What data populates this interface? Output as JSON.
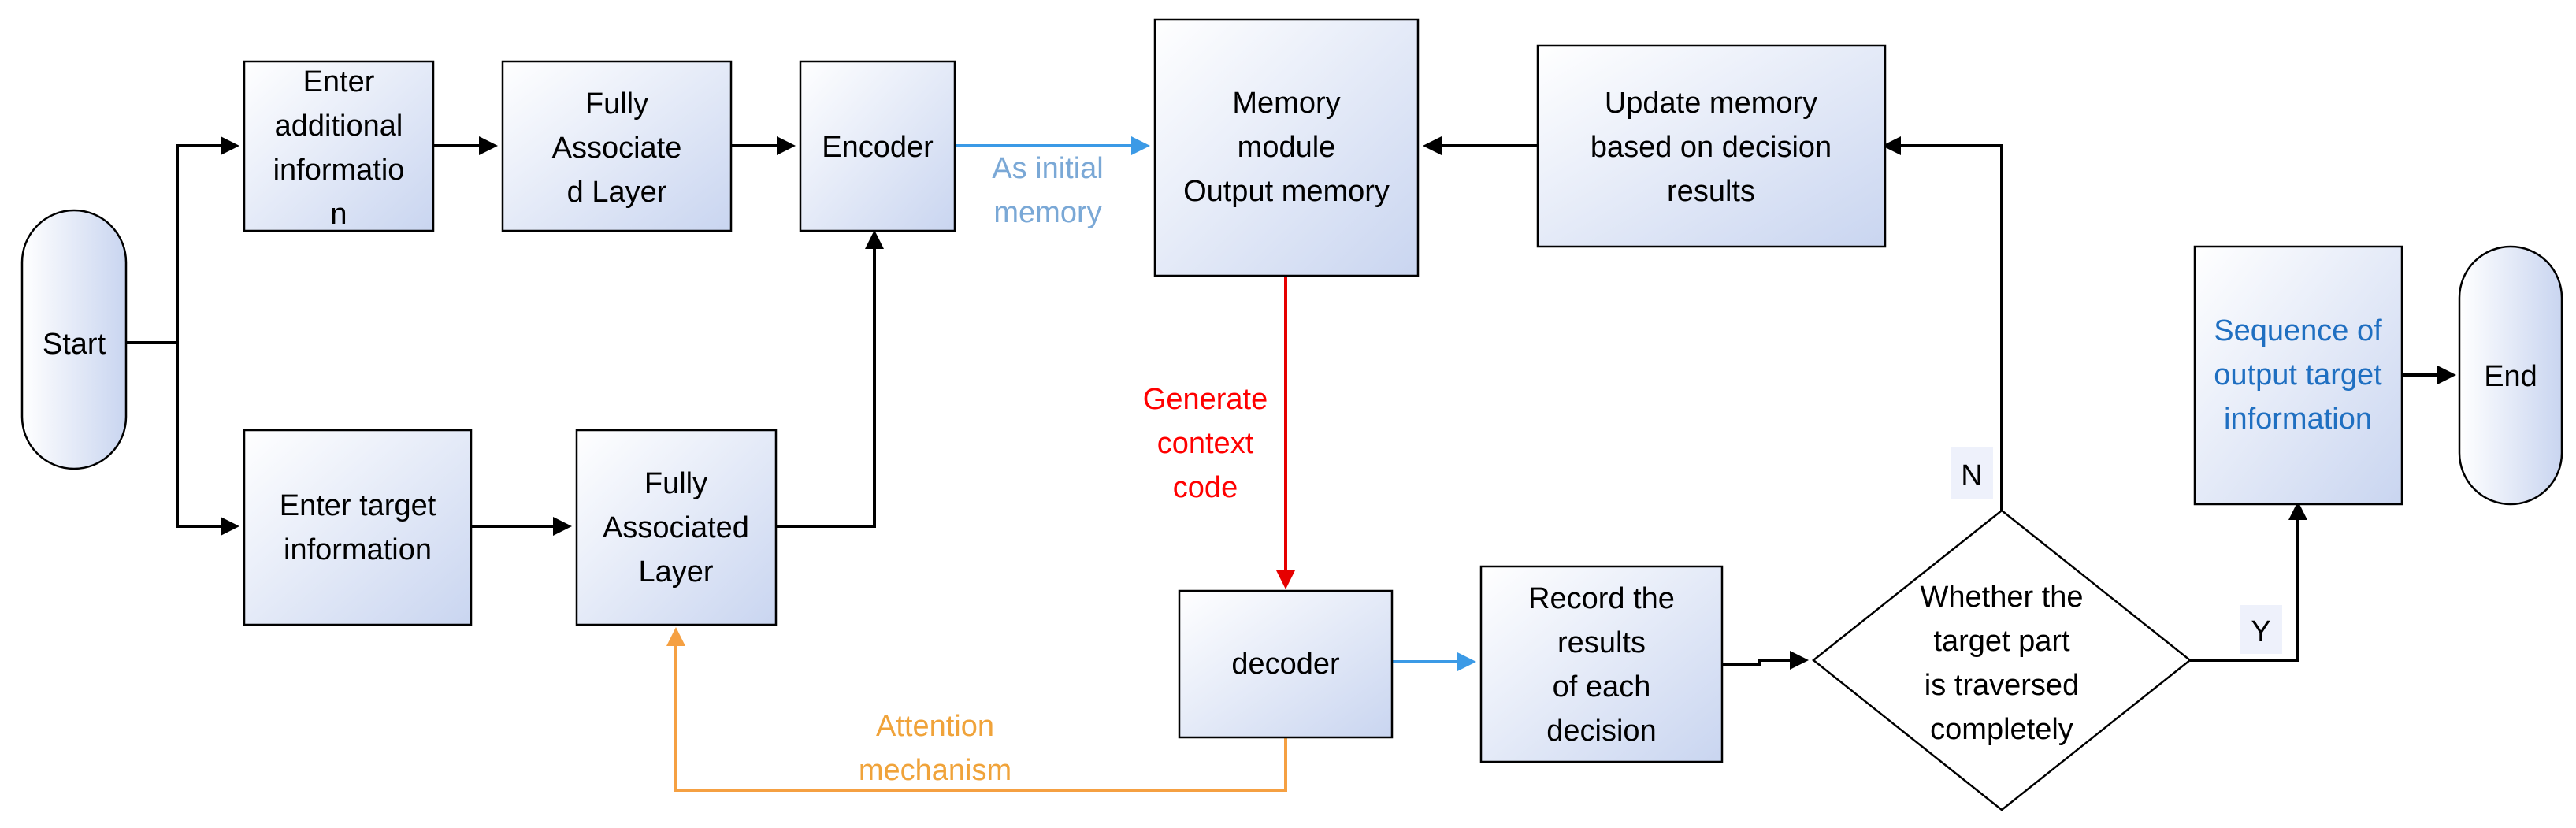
{
  "nodes": {
    "start": "Start",
    "enter_additional": [
      "Enter",
      "additional",
      "informatio",
      "n"
    ],
    "fully_associated_top": [
      "Fully",
      "Associate",
      "d Layer"
    ],
    "encoder": "Encoder",
    "memory_module": [
      "Memory",
      "module",
      "Output memory"
    ],
    "update_memory": [
      "Update memory",
      "based on decision",
      "results"
    ],
    "enter_target": [
      "Enter target",
      "information"
    ],
    "fully_associated_bottom": [
      "Fully",
      "Associated",
      "Layer"
    ],
    "decoder": "decoder",
    "record_results": [
      "Record the",
      "results",
      "of each",
      "decision"
    ],
    "decision": [
      "Whether the",
      "target part",
      "is traversed",
      "completely"
    ],
    "sequence_output": [
      "Sequence of",
      "output target",
      "information"
    ],
    "end": "End"
  },
  "edge_labels": {
    "as_initial_memory": [
      "As initial",
      "memory"
    ],
    "generate_context_code": [
      "Generate",
      "context",
      "code"
    ],
    "attention_mechanism": [
      "Attention",
      "mechanism"
    ],
    "no": "N",
    "yes": "Y"
  },
  "colors": {
    "box_fill_top": "#ffffff",
    "box_fill_bottom": "#c9d5f0",
    "arrow_black": "#000000",
    "arrow_blue": "#3b9ae6",
    "arrow_red": "#e60000",
    "arrow_orange": "#f5a042",
    "text_blue": "#1f6fc1",
    "text_red": "#ff0000",
    "text_orange": "#f0a33a"
  }
}
